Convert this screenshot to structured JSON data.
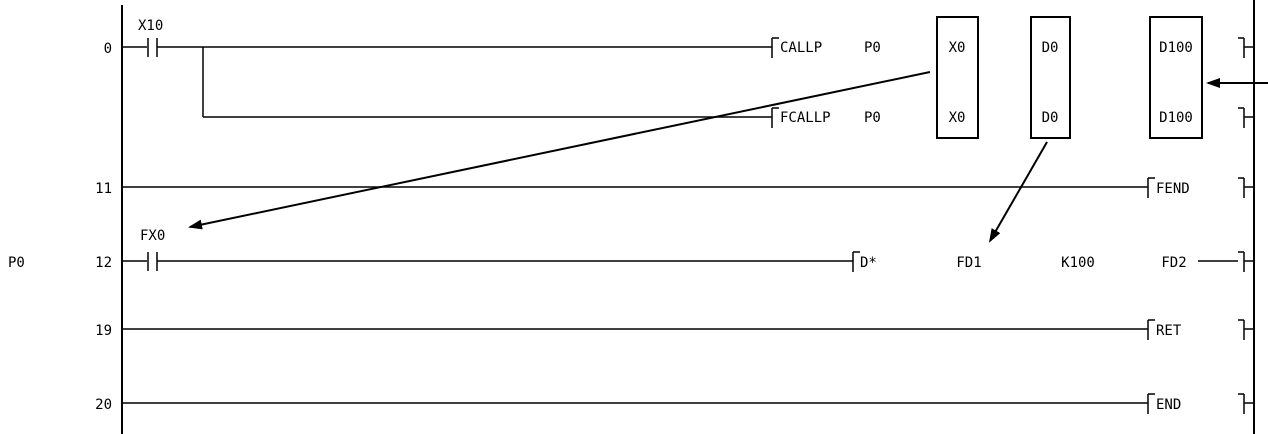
{
  "left_label": "P0",
  "step_numbers": [
    "0",
    "11",
    "12",
    "19",
    "20"
  ],
  "contacts": {
    "x10": "X10",
    "fx0": "FX0"
  },
  "row0": {
    "instruction": "CALLP",
    "pointer": "P0",
    "arg1": "X0",
    "arg2": "D0",
    "arg3": "D100"
  },
  "row0b": {
    "instruction": "FCALLP",
    "pointer": "P0",
    "arg1": "X0",
    "arg2": "D0",
    "arg3": "D100"
  },
  "row11": {
    "instruction": "FEND"
  },
  "row12": {
    "instruction": "D*",
    "arg1": "FD1",
    "arg2": "K100",
    "arg3": "FD2"
  },
  "row19": {
    "instruction": "RET"
  },
  "row20": {
    "instruction": "END"
  }
}
